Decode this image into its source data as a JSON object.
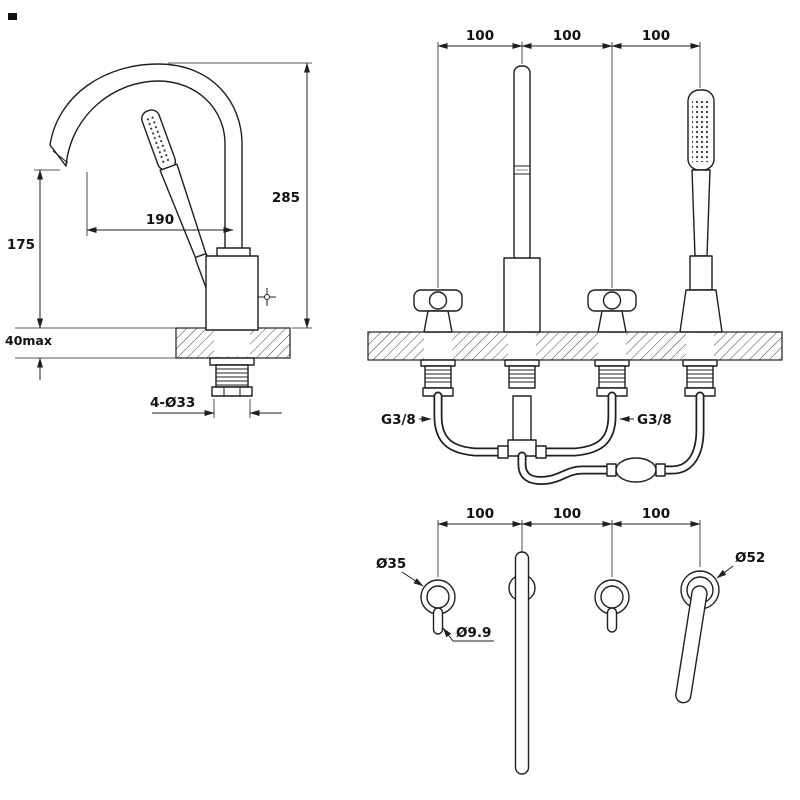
{
  "colors": {
    "line": "#1f1f1f",
    "background": "#ffffff"
  },
  "drawing": {
    "side": {
      "height": "285",
      "reach": "190",
      "spout_height": "175",
      "deck_thickness": "40max",
      "holes": "4-Ø33"
    },
    "front": {
      "spacing": [
        "100",
        "100",
        "100"
      ],
      "thread_left": "G3/8",
      "thread_right": "G3/8"
    },
    "plan": {
      "spacing": [
        "100",
        "100",
        "100"
      ],
      "handle_diameter": "Ø35",
      "stem_diameter": "Ø9.9",
      "shower_diameter": "Ø52"
    }
  }
}
